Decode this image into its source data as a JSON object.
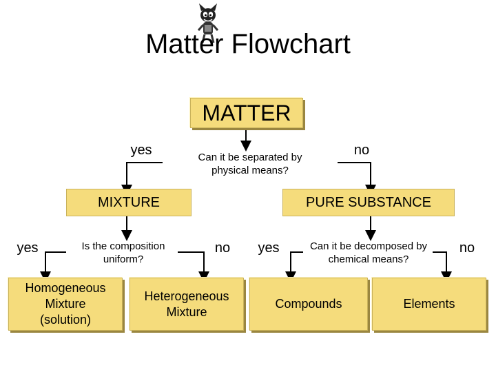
{
  "title": "Matter Flowchart",
  "nodes": {
    "matter": "MATTER",
    "mixture": "MIXTURE",
    "pure_substance": "PURE SUBSTANCE",
    "homogeneous": "Homogeneous Mixture (solution)",
    "heterogeneous": "Heterogeneous Mixture",
    "compounds": "Compounds",
    "elements": "Elements"
  },
  "questions": {
    "physical": "Can it be separated by physical means?",
    "uniform": "Is the composition uniform?",
    "chemical": "Can it be decomposed by chemical means?"
  },
  "answers": {
    "top_yes": "yes",
    "top_no": "no",
    "left_yes": "yes",
    "left_no": "no",
    "right_yes": "yes",
    "right_no": "no"
  },
  "icons": {
    "mascot": "cartoon-cat-mascot-icon"
  },
  "colors": {
    "box_fill": "#f5dc7c",
    "line": "#000000"
  }
}
